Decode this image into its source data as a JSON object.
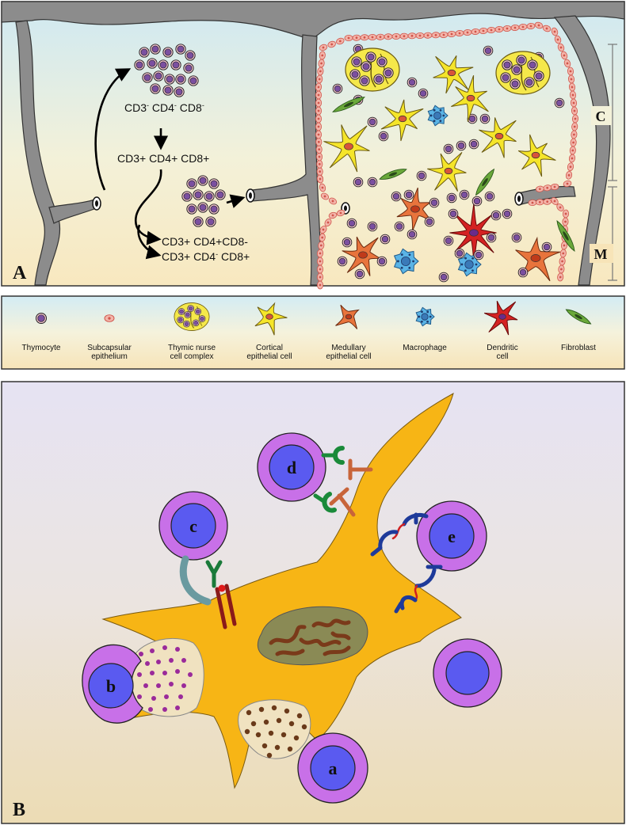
{
  "panel_a": {
    "label": "A",
    "flow": {
      "stage1": {
        "parts": [
          {
            "t": "CD3",
            "s": "-"
          },
          {
            "t": " CD4",
            "s": "-"
          },
          {
            "t": " CD8",
            "s": "-"
          }
        ]
      },
      "stage2": "CD3+ CD4+ CD8+",
      "stage3a": "CD3+ CD4+CD8-",
      "stage3b": {
        "parts": [
          {
            "t": "CD3+ CD4",
            "s": "-"
          },
          {
            "t": " CD8+",
            "s": ""
          }
        ]
      }
    },
    "zones": {
      "cortex": "C",
      "medulla": "M"
    }
  },
  "legend": {
    "items": [
      {
        "lines": [
          "Thymocyte"
        ]
      },
      {
        "lines": [
          "Subcapsular",
          "epithelium"
        ]
      },
      {
        "lines": [
          "Thymic nurse",
          "cell complex"
        ]
      },
      {
        "lines": [
          "Cortical",
          "epithelial cell"
        ]
      },
      {
        "lines": [
          "Medullary",
          "epithelial cell"
        ]
      },
      {
        "lines": [
          "Macrophage"
        ]
      },
      {
        "lines": [
          "Dendritic",
          "cell"
        ]
      },
      {
        "lines": [
          "Fibroblast"
        ]
      }
    ]
  },
  "panel_b": {
    "label": "B",
    "cells": {
      "a": "a",
      "b": "b",
      "c": "c",
      "d": "d",
      "e": "e"
    }
  },
  "colors": {
    "capsule": "#8c8c8c",
    "thymocyte": "#7b4fa0",
    "cortical_cell": "#f5e52a",
    "medullary_cell": "#e8743c",
    "dendritic_cell": "#d42222",
    "macrophage": "#5ab4e6",
    "fibroblast": "#6aa83a",
    "epithelial_b": "#f7b515",
    "lymphocyte_outer": "#c870e8",
    "lymphocyte_nucleus": "#5a5af0"
  }
}
